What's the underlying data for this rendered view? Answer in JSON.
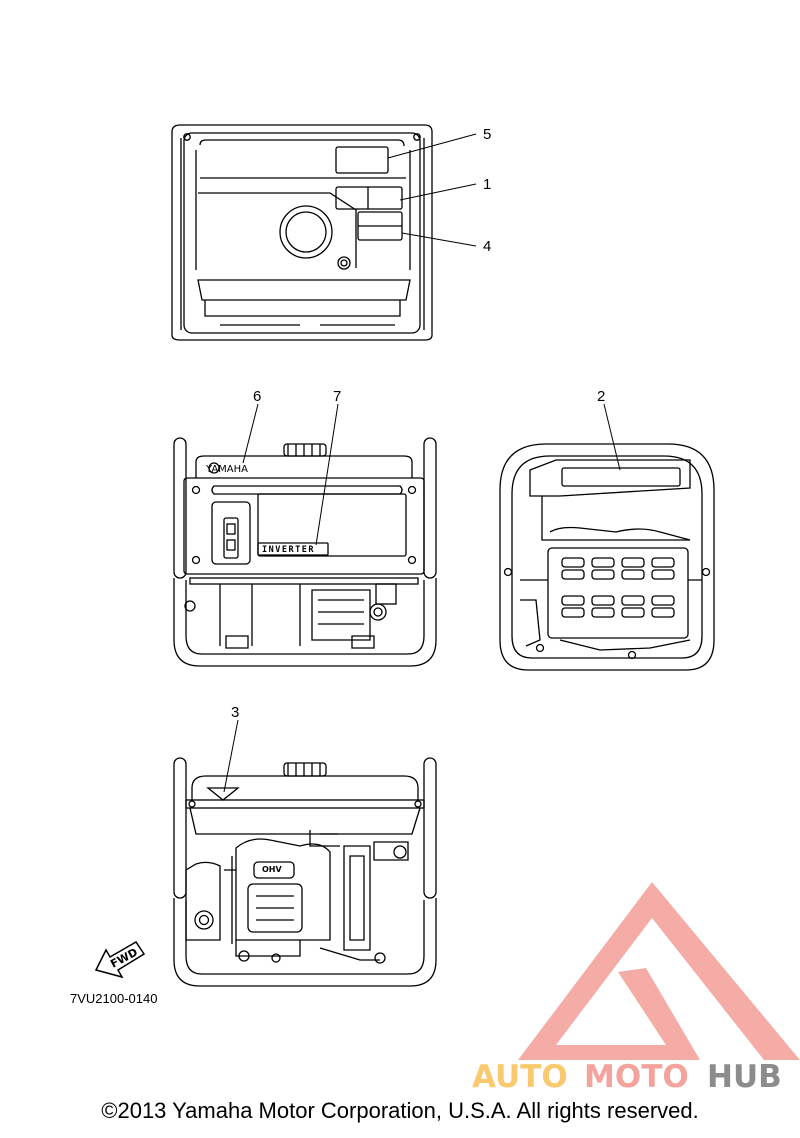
{
  "callouts": {
    "c1": "1",
    "c2": "2",
    "c3": "3",
    "c4": "4",
    "c5": "5",
    "c6": "6",
    "c7": "7"
  },
  "labels": {
    "brand": "YAMAHA",
    "inverter": "INVERTER",
    "ohv": "OHV",
    "fwd": "FWD"
  },
  "drawing_code": "7VU2100-0140",
  "watermark": {
    "part1": "AUTO",
    "part2": "MOTO",
    "part3": "HUB",
    "colors": {
      "triangle": "#f4a39c",
      "auto": "#f9c970",
      "moto": "#f4a39c",
      "hub": "#8c8c8c"
    }
  },
  "copyright": "©2013 Yamaha Motor Corporation, U.S.A. All rights reserved."
}
